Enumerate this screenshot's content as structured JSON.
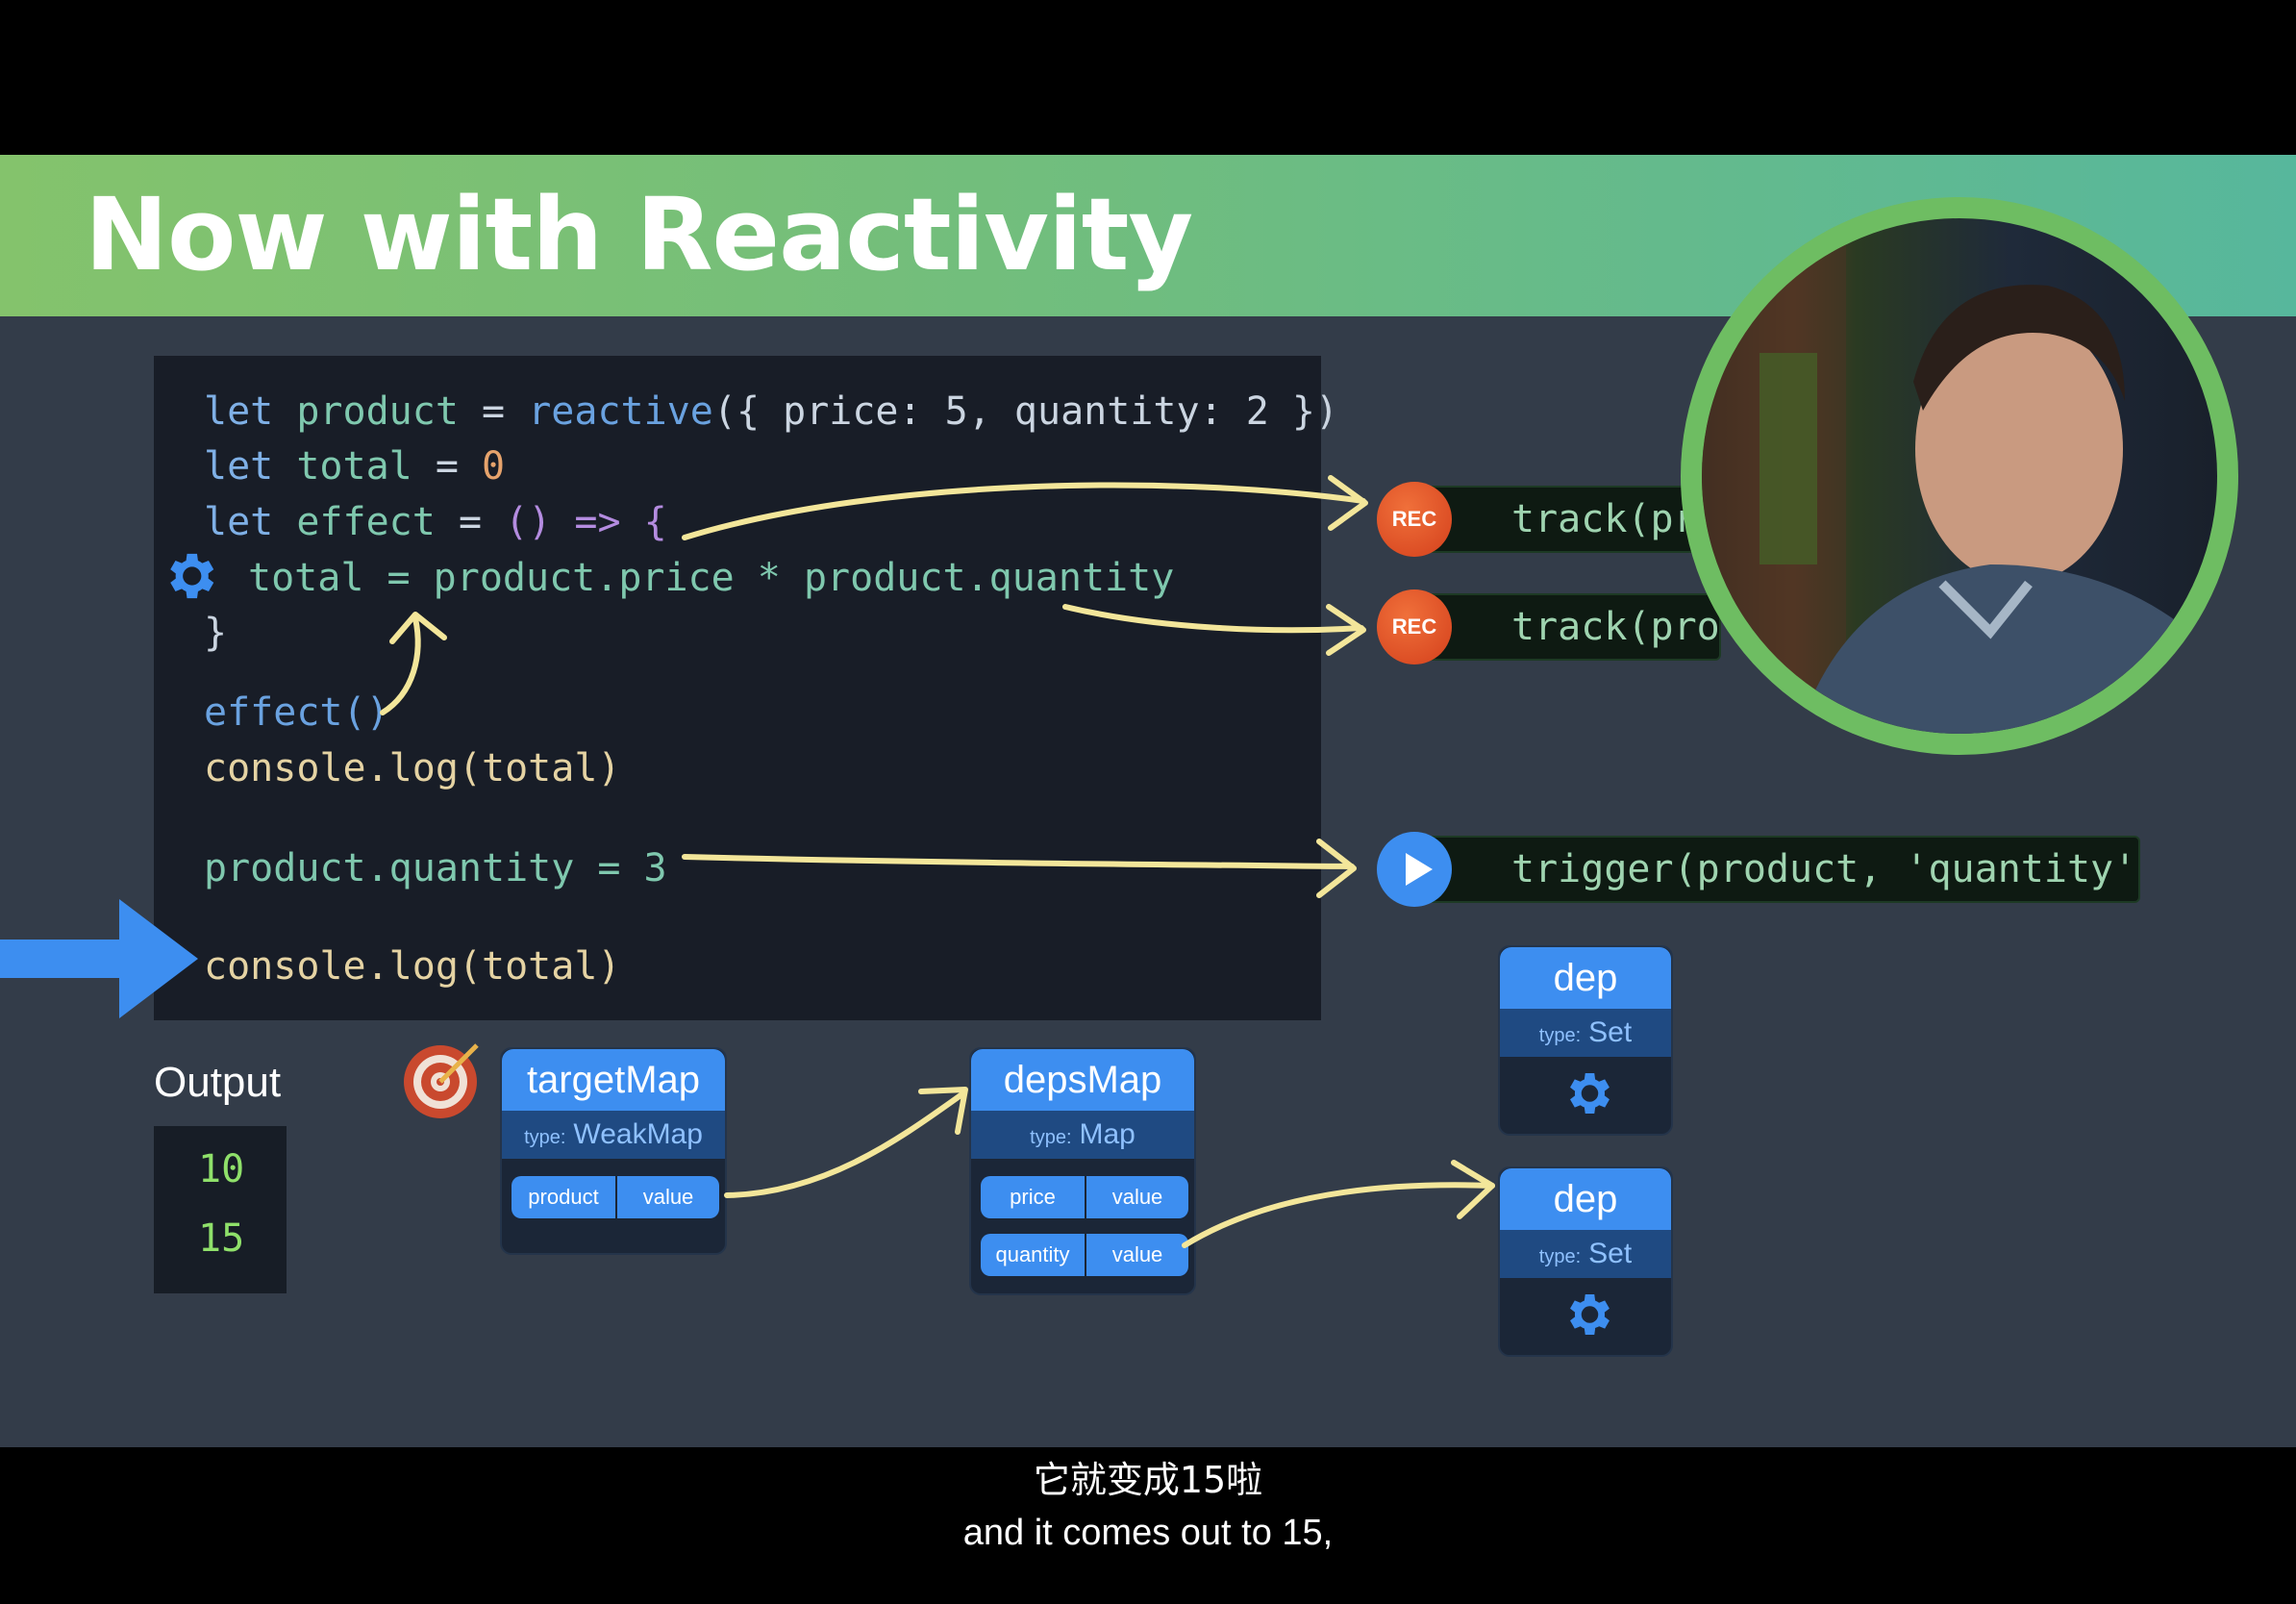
{
  "slide": {
    "title": "Now with Reactivity"
  },
  "code": {
    "lines": [
      {
        "kw": "let",
        "rest": "product",
        "eq": "=",
        "fn": "reactive",
        "args": "({ price: 5, quantity: 2 })"
      },
      {
        "kw": "let",
        "rest": "total",
        "eq": "=",
        "val": "0"
      },
      {
        "kw": "let",
        "rest": "effect",
        "eq": "=",
        "args": "() => {"
      },
      {
        "text": "total = product.price * product.quantity"
      },
      {
        "text": "}"
      },
      {
        "text": "effect()"
      },
      {
        "text": "console.log(total)"
      },
      {
        "text": "product.quantity = 3"
      },
      {
        "text": "console.log(total)"
      }
    ]
  },
  "pills": {
    "track1": "track(proc",
    "track2": "track(produ",
    "trigger": "trigger(product, 'quantity')",
    "rec_label": "REC"
  },
  "output": {
    "label": "Output",
    "values": [
      "10",
      "15"
    ]
  },
  "target_map": {
    "title": "targetMap",
    "type_label": "type:",
    "type": "WeakMap",
    "key": "product",
    "value": "value"
  },
  "deps_map": {
    "title": "depsMap",
    "type_label": "type:",
    "type": "Map",
    "rows": [
      {
        "key": "price",
        "value": "value"
      },
      {
        "key": "quantity",
        "value": "value"
      }
    ]
  },
  "dep1": {
    "title": "dep",
    "type_label": "type:",
    "type": "Set"
  },
  "dep2": {
    "title": "dep",
    "type_label": "type:",
    "type": "Set"
  },
  "subtitles": {
    "zh": "它就变成15啦",
    "en": "and it comes out to 15,"
  },
  "colors": {
    "title_gradient_start": "#84c36c",
    "title_gradient_end": "#57b79c",
    "accent_blue": "#3d8ef0",
    "rec_orange": "#e0552a",
    "output_green": "#8fe06a",
    "arrow_yellow": "#f3e69a"
  },
  "icons": [
    "gear-icon",
    "rec-icon",
    "play-icon",
    "target-icon",
    "pointer-arrow-icon"
  ]
}
